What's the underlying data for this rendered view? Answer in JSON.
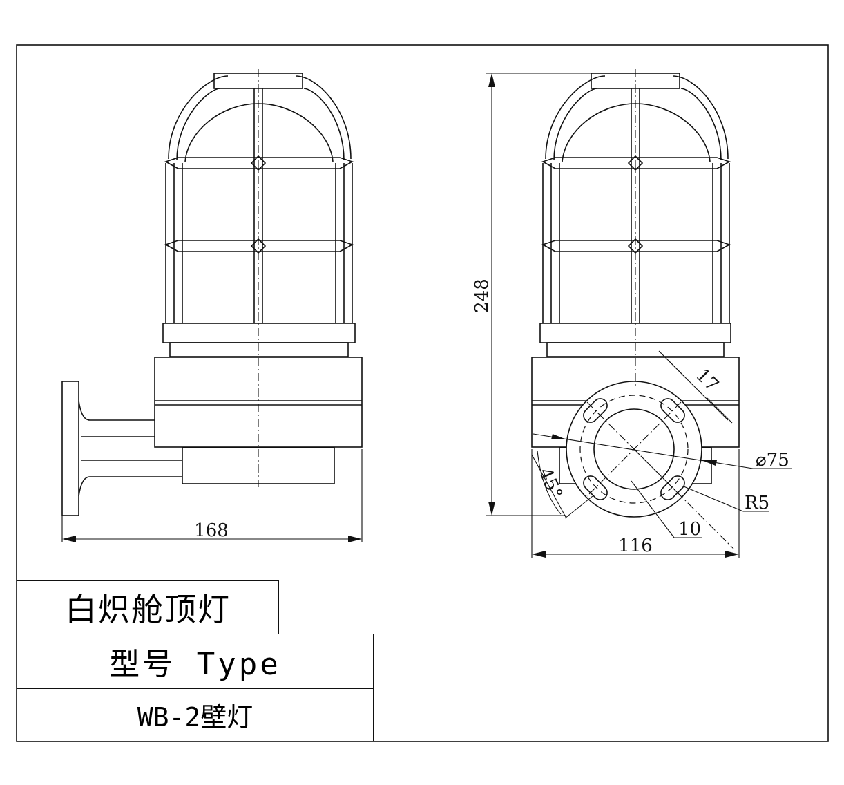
{
  "title_block": {
    "product_name": "白炽舱顶灯",
    "type_label": "型号 Type",
    "model": "WB-2壁灯"
  },
  "dimensions": {
    "side_width": "168",
    "height": "248",
    "front_width": "116",
    "diameter": "⌀75",
    "slot_width": "17",
    "slot_length": "10",
    "radius": "R5",
    "angle": "45°"
  },
  "colors": {
    "line": "#111111",
    "background": "#ffffff"
  }
}
